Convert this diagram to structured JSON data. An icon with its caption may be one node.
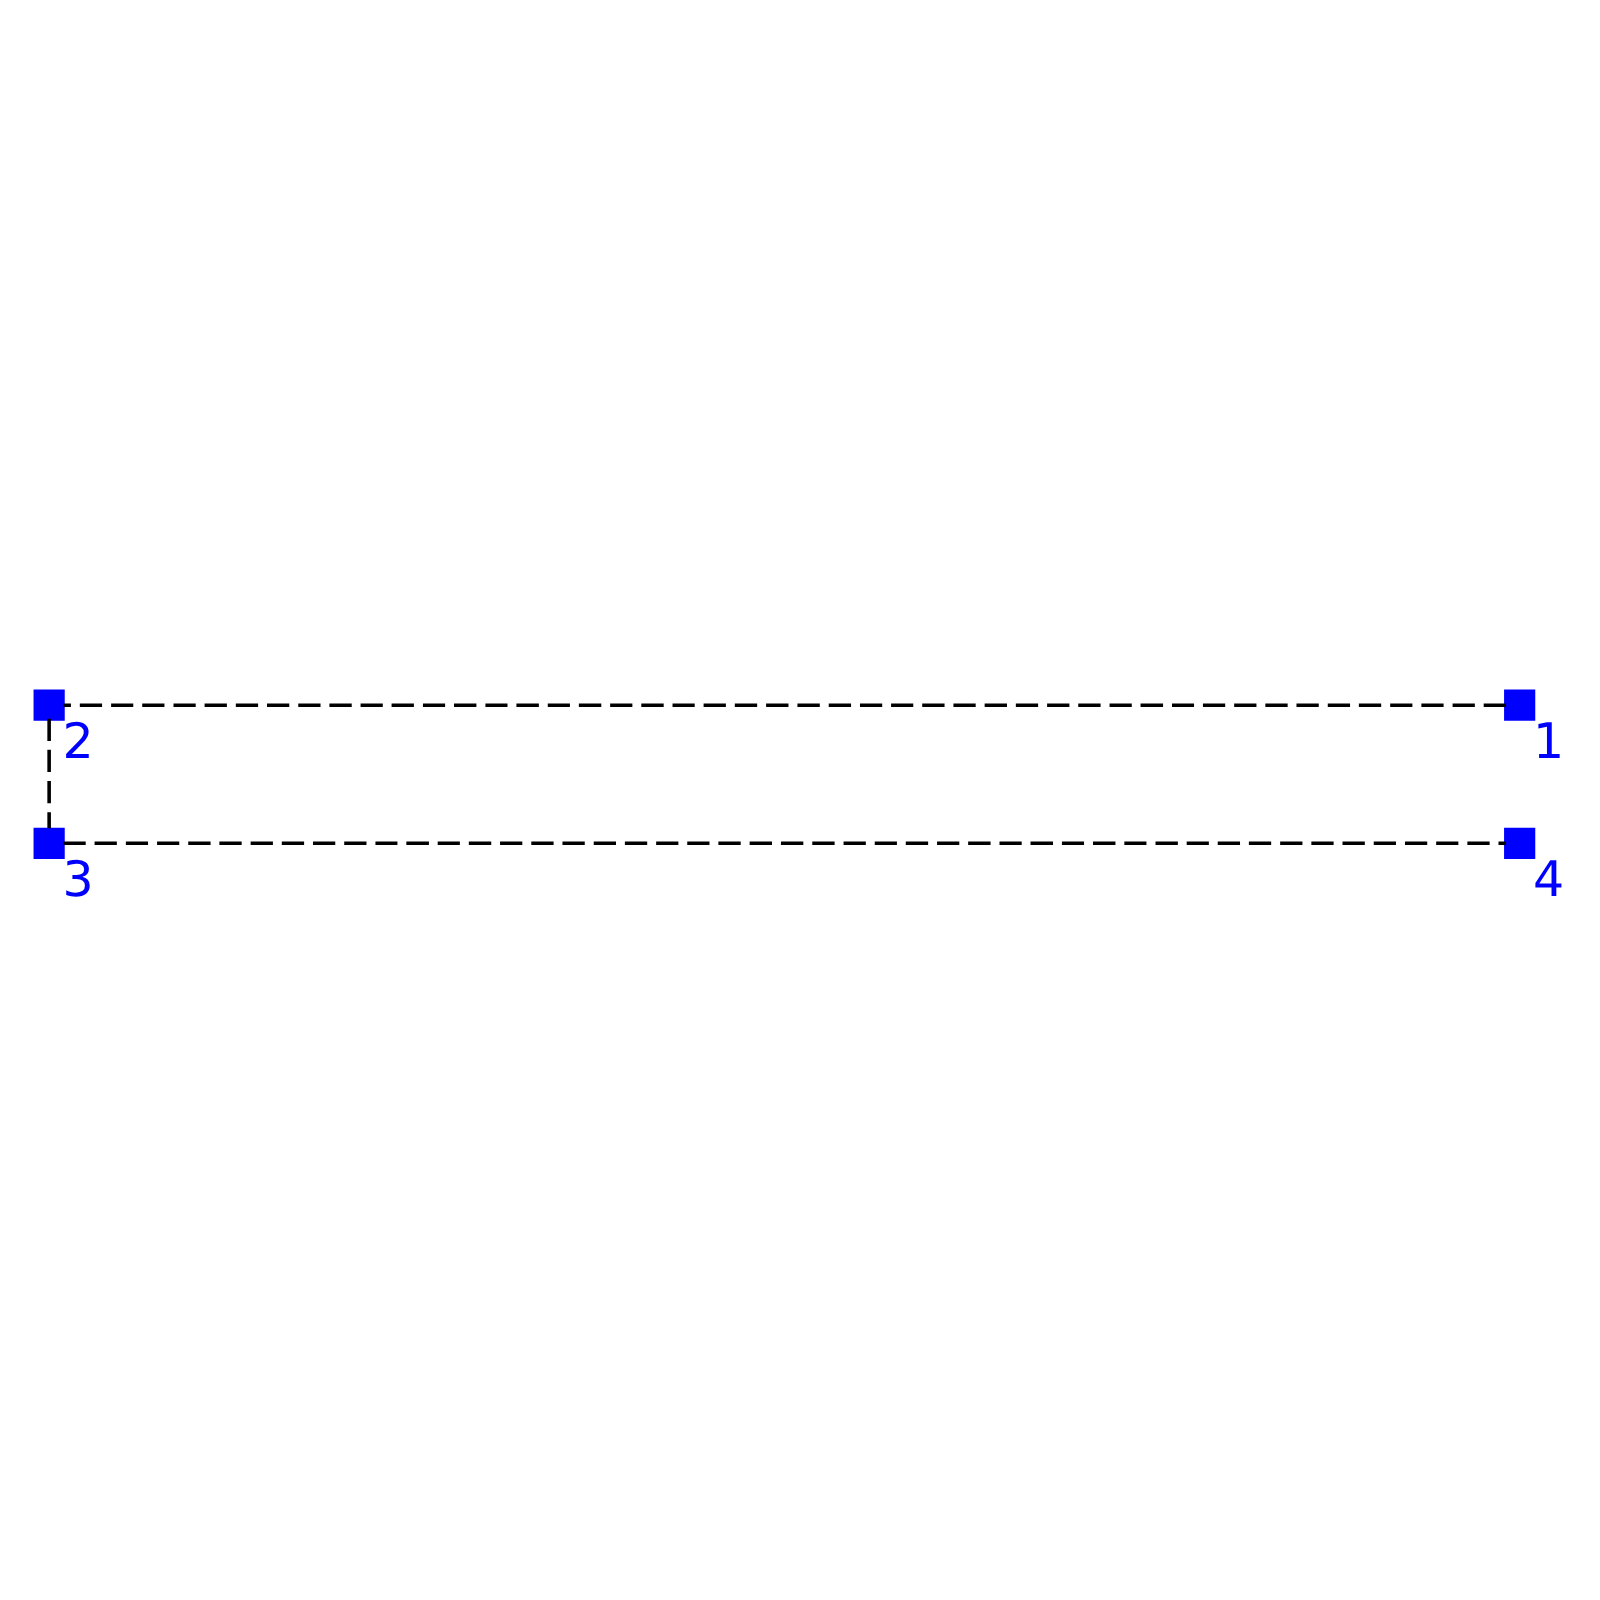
{
  "diagram": {
    "nodes": [
      {
        "text": [],
        "shape": "box",
        "beside": [
          "1"
        ]
      },
      {
        "text": [],
        "shape": "box",
        "beside": [
          "2"
        ]
      },
      {
        "text": [],
        "shape": "box",
        "beside": [
          "3"
        ]
      },
      {
        "text": [],
        "shape": "box",
        "beside": [
          "4"
        ]
      }
    ],
    "edges": [
      {
        "from": 0,
        "to": 1,
        "arrow": "none",
        "style": "dashed"
      },
      {
        "from": 1,
        "to": 2,
        "arrow": "none",
        "style": "dashed"
      },
      {
        "from": 2,
        "to": 3,
        "arrow": "none",
        "style": "dashed"
      }
    ]
  }
}
